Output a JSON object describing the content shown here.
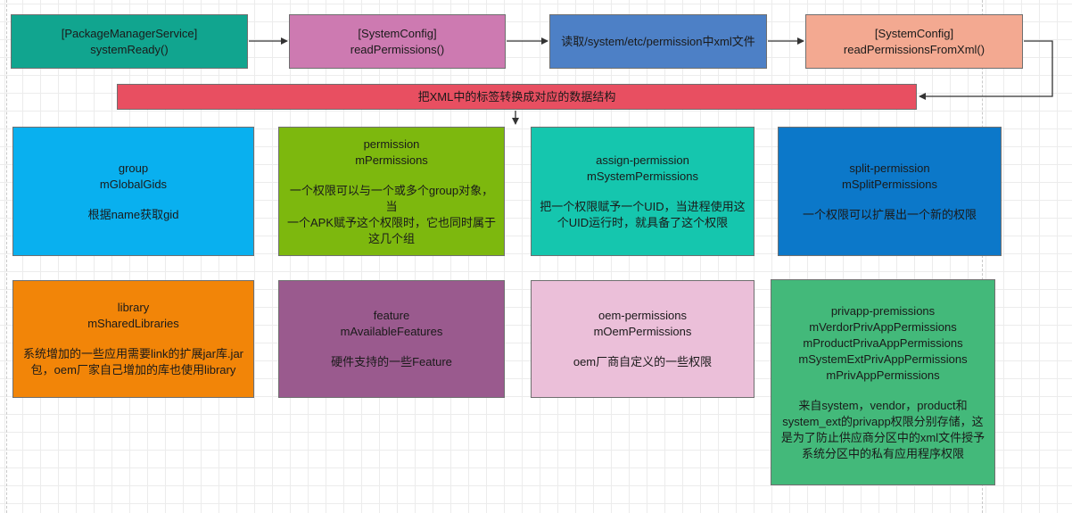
{
  "flow": {
    "step1": {
      "line1": "[PackageManagerService]",
      "line2": "systemReady()",
      "color": "#11a58f"
    },
    "step2": {
      "line1": "[SystemConfig]",
      "line2": "readPermissions()",
      "color": "#cd7ab1"
    },
    "step3": {
      "line1": "读取/system/etc/permission中xml文件",
      "color": "#4d80c6"
    },
    "step4": {
      "line1": "[SystemConfig]",
      "line2": "readPermissionsFromXml()",
      "color": "#f3a991"
    },
    "banner": {
      "text": "把XML中的标签转换成对应的数据结构",
      "color": "#e84f61"
    }
  },
  "cards": {
    "group": {
      "title": "group",
      "field": "mGlobalGids",
      "desc": "根据name获取gid",
      "color": "#09b0ef"
    },
    "permission": {
      "title": "permission",
      "field": "mPermissions",
      "desc1": "一个权限可以与一个或多个group对象，当",
      "desc2": "一个APK赋予这个权限时，它也同时属于",
      "desc3": "这几个组",
      "color": "#7db80e"
    },
    "assign": {
      "title": "assign-permission",
      "field": "mSystemPermissions",
      "desc1": "把一个权限赋予一个UID，当进程使用这",
      "desc2": "个UID运行时，就具备了这个权限",
      "color": "#15c6ae"
    },
    "split": {
      "title": "split-permission",
      "field": "mSplitPermissions",
      "desc": "一个权限可以扩展出一个新的权限",
      "color": "#0c78c9"
    },
    "library": {
      "title": "library",
      "field": "mSharedLibraries",
      "desc1": "系统增加的一些应用需要link的扩展jar库.jar",
      "desc2": "包，oem厂家自己增加的库也使用library",
      "color": "#f28508"
    },
    "feature": {
      "title": "feature",
      "field": "mAvailableFeatures",
      "desc": "硬件支持的一些Feature",
      "color": "#9a5a8e"
    },
    "oem": {
      "title": "oem-permissions",
      "field": "mOemPermissions",
      "desc": "oem厂商自定义的一些权限",
      "color": "#ebbfd9"
    },
    "privapp": {
      "title": "privapp-premissions",
      "f1": "mVerdorPrivAppPermissions",
      "f2": "mProductPrivaAppPermissions",
      "f3": "mSystemExtPrivAppPermissions",
      "f4": "mPrivAppPermissions",
      "desc1": "来自system，vendor，product和",
      "desc2": "system_ext的privapp权限分别存储，这",
      "desc3": "是为了防止供应商分区中的xml文件授予",
      "desc4": "系统分区中的私有应用程序权限",
      "color": "#43b97a"
    }
  }
}
